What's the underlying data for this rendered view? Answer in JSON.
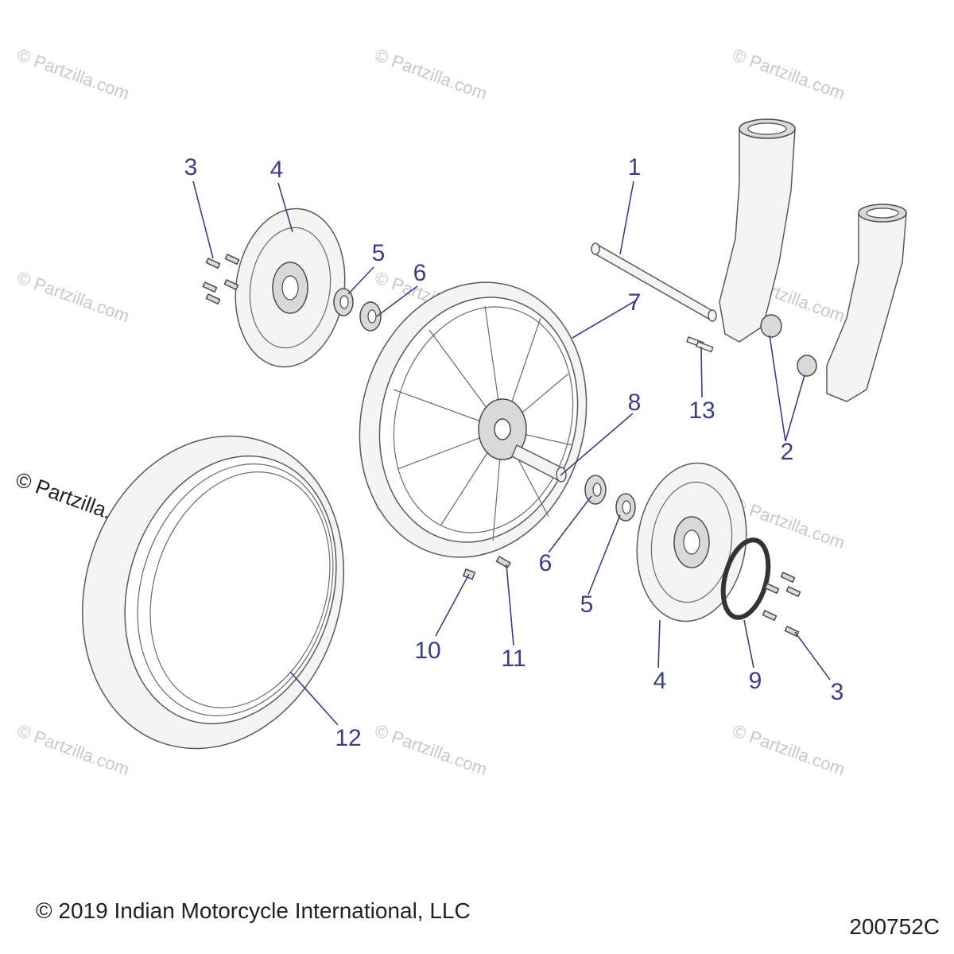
{
  "watermark": "© Partzilla.com",
  "copyright": "© 2019 Indian Motorcycle International, LLC",
  "drawing_number": "200752C",
  "callouts": {
    "c1": "1",
    "c2": "2",
    "c3a": "3",
    "c3b": "3",
    "c4a": "4",
    "c4b": "4",
    "c5a": "5",
    "c5b": "5",
    "c6a": "6",
    "c6b": "6",
    "c7": "7",
    "c8": "8",
    "c9": "9",
    "c10": "10",
    "c11": "11",
    "c12": "12",
    "c13": "13"
  }
}
